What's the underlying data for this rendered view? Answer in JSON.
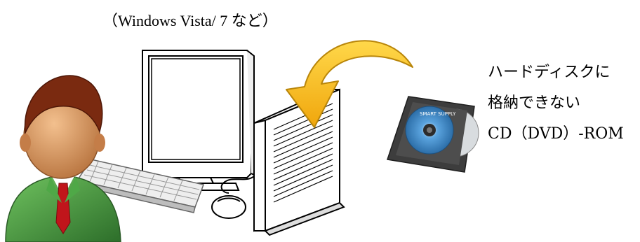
{
  "caption": "（Windows Vista/ 7 など）",
  "media_text": {
    "line1": "ハードディスクに",
    "line2": "格納できない",
    "line3": "CD（DVD）-ROM"
  },
  "cd_case_label": "SMART SUPPLY",
  "icons": {
    "user": "user-icon",
    "monitor": "monitor-icon",
    "keyboard": "keyboard-icon",
    "mouse": "mouse-icon",
    "tower": "pc-tower-icon",
    "arrow": "curved-arrow-icon",
    "cd": "cd-rom-icon"
  },
  "colors": {
    "arrow_fill": "#f2b51a",
    "arrow_stroke": "#b9860a",
    "suit": "#3f8f3a",
    "tie": "#c0151b",
    "skin": "#d08a55",
    "hair": "#7a2a10",
    "cd_disc": "#5a9fd6"
  }
}
